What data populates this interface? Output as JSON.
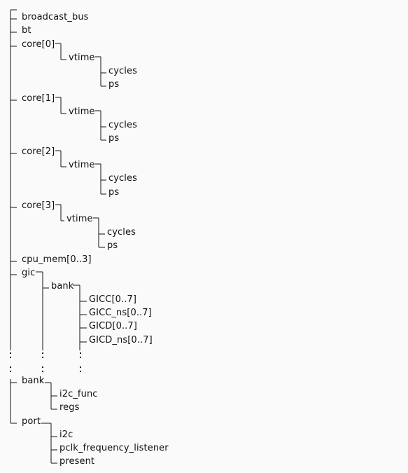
{
  "tree": {
    "nodes": [
      {
        "id": "broadcast_bus",
        "label": "broadcast_bus"
      },
      {
        "id": "bt",
        "label": "bt"
      },
      {
        "id": "core0",
        "label": "core[0]"
      },
      {
        "id": "core0_vtime",
        "label": "vtime"
      },
      {
        "id": "core0_cycles",
        "label": "cycles"
      },
      {
        "id": "core0_ps",
        "label": "ps"
      },
      {
        "id": "core1",
        "label": "core[1]"
      },
      {
        "id": "core1_vtime",
        "label": "vtime"
      },
      {
        "id": "core1_cycles",
        "label": "cycles"
      },
      {
        "id": "core1_ps",
        "label": "ps"
      },
      {
        "id": "core2",
        "label": "core[2]"
      },
      {
        "id": "core2_vtime",
        "label": "vtime"
      },
      {
        "id": "core2_cycles",
        "label": "cycles"
      },
      {
        "id": "core2_ps",
        "label": "ps"
      },
      {
        "id": "core3",
        "label": "core[3]"
      },
      {
        "id": "core3_vtime",
        "label": "vtime"
      },
      {
        "id": "core3_cycles",
        "label": "cycles"
      },
      {
        "id": "core3_ps",
        "label": "ps"
      },
      {
        "id": "cpu_mem",
        "label": "cpu_mem[0..3]"
      },
      {
        "id": "gic",
        "label": "gic"
      },
      {
        "id": "gic_bank",
        "label": "bank"
      },
      {
        "id": "gicc",
        "label": "GICC[0..7]"
      },
      {
        "id": "gicc_ns",
        "label": "GICC_ns[0..7]"
      },
      {
        "id": "gicd",
        "label": "GICD[0..7]"
      },
      {
        "id": "gicd_ns",
        "label": "GICD_ns[0..7]"
      },
      {
        "id": "bank",
        "label": "bank"
      },
      {
        "id": "i2c_func",
        "label": "i2c_func"
      },
      {
        "id": "regs",
        "label": "regs"
      },
      {
        "id": "port",
        "label": "port"
      },
      {
        "id": "i2c",
        "label": "i2c"
      },
      {
        "id": "pclk",
        "label": "pclk_frequency_listener"
      },
      {
        "id": "present",
        "label": "present"
      }
    ]
  }
}
